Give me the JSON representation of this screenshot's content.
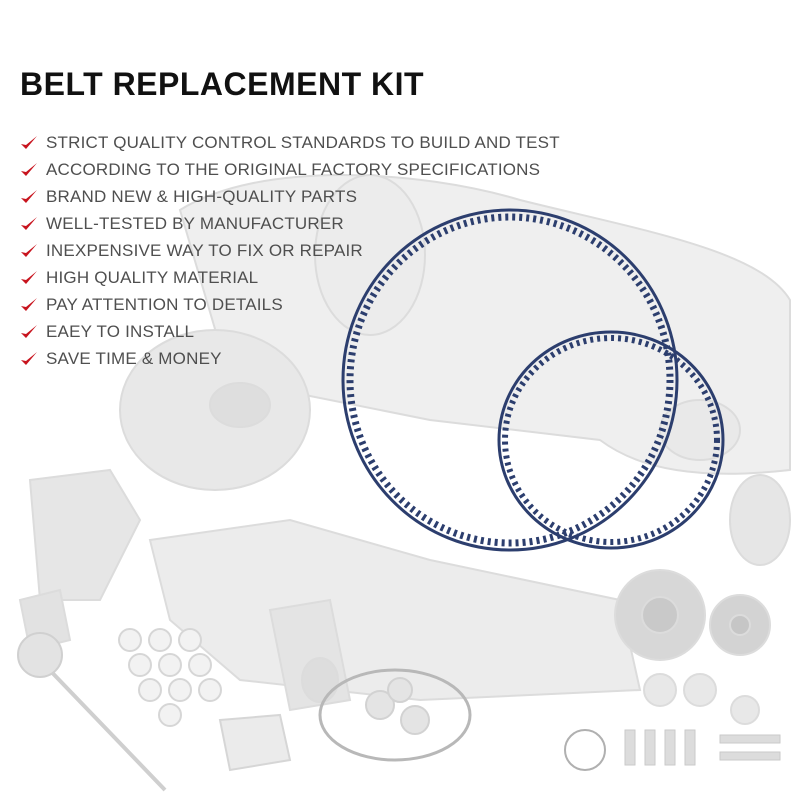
{
  "title": "BELT REPLACEMENT KIT",
  "features": [
    "STRICT QUALITY CONTROL STANDARDS TO BUILD AND TEST",
    "ACCORDING TO THE ORIGINAL FACTORY SPECIFICATIONS",
    "BRAND NEW & HIGH-QUALITY PARTS",
    "WELL-TESTED BY MANUFACTURER",
    "INEXPENSIVE WAY TO FIX OR REPAIR",
    "HIGH QUALITY MATERIAL",
    "PAY ATTENTION TO DETAILS",
    "EAEY TO INSTALL",
    "SAVE TIME & MONEY"
  ],
  "colors": {
    "check": "#c8141e",
    "belt": "#2c3e6e",
    "background_parts": "#e6e6e6"
  },
  "icons": {
    "bullet": "checkmark-icon"
  }
}
